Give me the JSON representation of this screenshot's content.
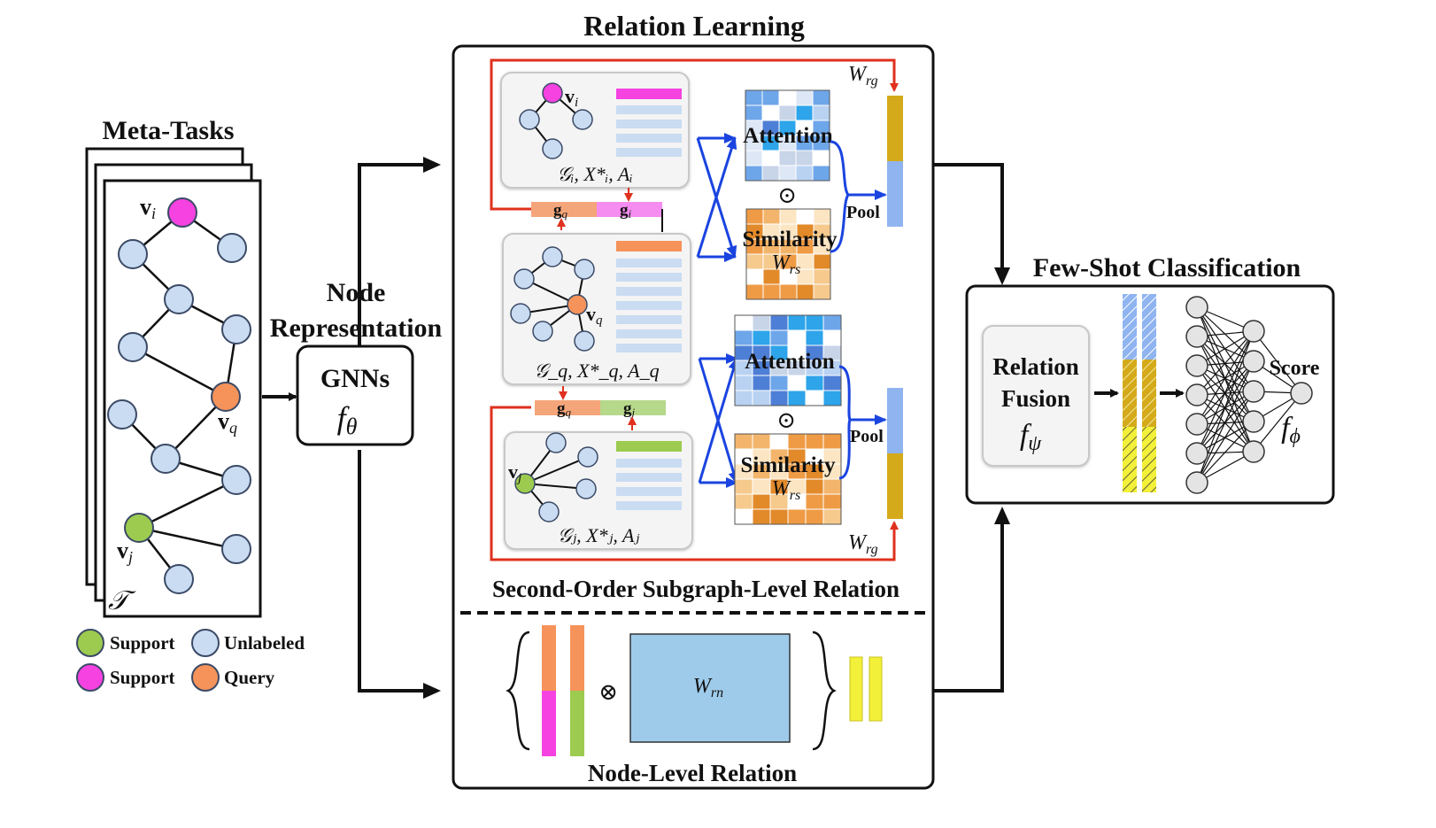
{
  "titles": {
    "meta_tasks": "Meta-Tasks",
    "relation_learning": "Relation Learning",
    "node_representation_1": "Node",
    "node_representation_2": "Representation",
    "few_shot": "Few-Shot Classification",
    "second_order": "Second-Order Subgraph-Level Relation",
    "node_level": "Node-Level Relation"
  },
  "gnn": {
    "name": "GNNs",
    "symbol": "f",
    "subscript": "θ"
  },
  "fusion": {
    "line1": "Relation",
    "line2": "Fusion",
    "symbol": "f",
    "subscript": "ψ"
  },
  "classifier": {
    "score": "Score",
    "symbol": "f",
    "subscript": "ϕ"
  },
  "task": {
    "symbol": "𝒯",
    "vi": "v",
    "vi_sub": "i",
    "vq": "v",
    "vq_sub": "q",
    "vj": "v",
    "vj_sub": "j"
  },
  "legend": [
    {
      "label": "Support",
      "color": "#9ccb4f"
    },
    {
      "label": "Unlabeled",
      "color": "#c9dcf2"
    },
    {
      "label": "Support",
      "color": "#f542e0"
    },
    {
      "label": "Query",
      "color": "#f5935a"
    }
  ],
  "subgraphs": {
    "gi_caption": "𝒢ᵢ, X*ᵢ, Aᵢ",
    "gq_caption": "𝒢_q, X*_q, A_q",
    "gj_caption": "𝒢ⱼ, X*ⱼ, Aⱼ",
    "vi": "v",
    "vi_sub": "i",
    "vq": "v",
    "vq_sub": "q",
    "vj": "v",
    "vj_sub": "j"
  },
  "embeddings": {
    "gq": "g",
    "gq_sub": "q",
    "gi": "g",
    "gi_sub": "i",
    "gj": "g",
    "gj_sub": "j"
  },
  "relation": {
    "attention": "Attention",
    "similarity": "Similarity",
    "pool": "Pool",
    "odot": "⊙",
    "otimes": "⊗",
    "wrs": "W",
    "wrs_sub": "rs",
    "wrg": "W",
    "wrg_sub": "rg",
    "wrn": "W",
    "wrn_sub": "rn"
  },
  "colors": {
    "support_green": "#9ccb4f",
    "support_magenta": "#f542e0",
    "query_orange": "#f5935a",
    "unlabeled_blue": "#c9dcf2",
    "arrow_red": "#e0301e",
    "arrow_blue": "#1a44e0",
    "wrn_blue": "#9fcbeb",
    "gold": "#d4aa1a",
    "pale_blue": "#8fb4f0",
    "yellow": "#f3f03a"
  }
}
